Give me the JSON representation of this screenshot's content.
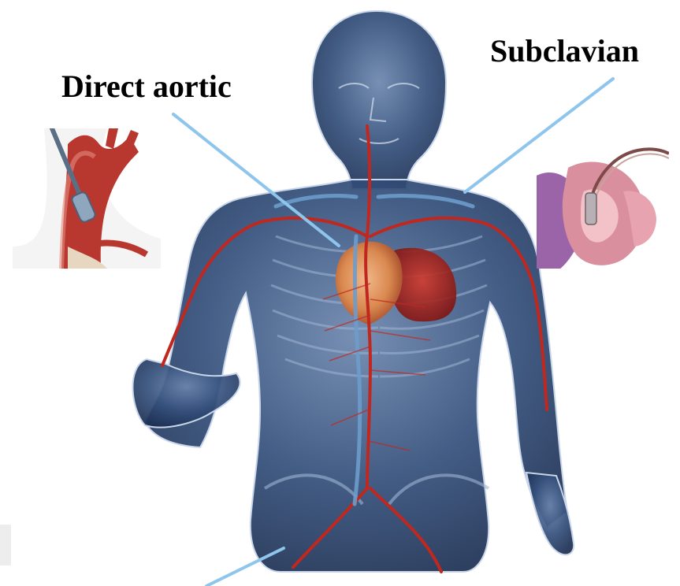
{
  "labels": {
    "direct_aortic": "Direct aortic",
    "subclavian": "Subclavian"
  },
  "colors": {
    "pointer_line": "#8ec5ec",
    "body_shell": "#3f5a86",
    "artery": "#c0281f",
    "vein": "#5f8fbf",
    "heart": "#d96f3d"
  },
  "icons": {
    "aorta_inset": "aortic-arch-catheter-illustration",
    "heart_inset": "heart-catheter-illustration",
    "body": "human-circulatory-system-figure"
  }
}
